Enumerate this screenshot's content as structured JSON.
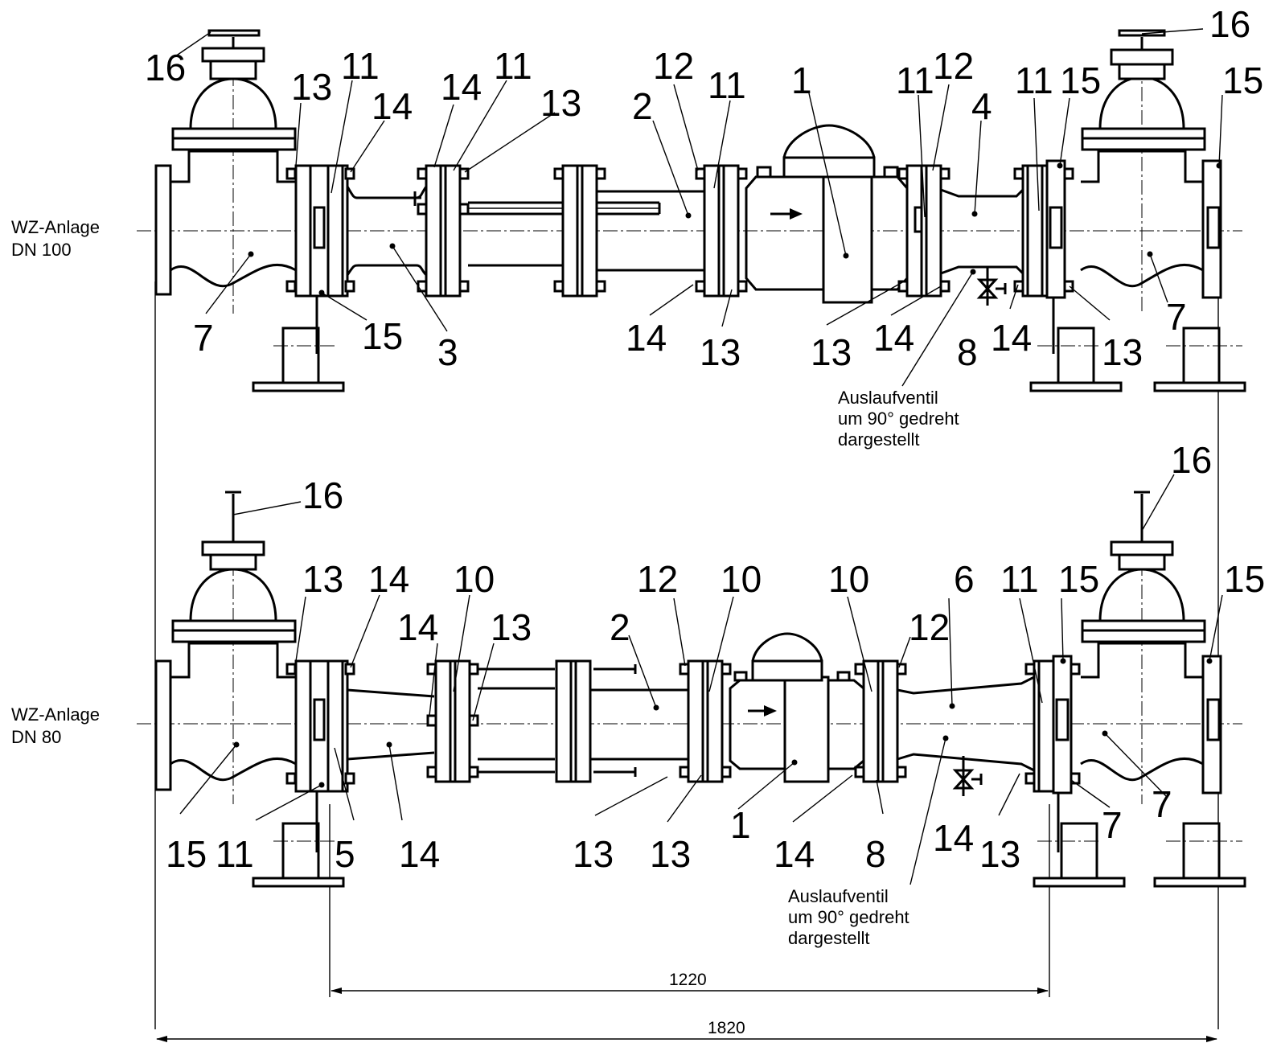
{
  "plants": [
    {
      "title_line1": "WZ-Anlage",
      "title_line2": "DN 100",
      "note_line1": "Auslaufventil",
      "note_line2": "um 90° gedreht",
      "note_line3": "dargestellt",
      "callouts": [
        "16",
        "13",
        "11",
        "14",
        "14",
        "11",
        "13",
        "12",
        "11",
        "2",
        "1",
        "11",
        "12",
        "4",
        "11",
        "15",
        "16",
        "15",
        "7",
        "15",
        "3",
        "14",
        "13",
        "13",
        "14",
        "8",
        "14",
        "13",
        "7"
      ]
    },
    {
      "title_line1": "WZ-Anlage",
      "title_line2": "DN 80",
      "note_line1": "Auslaufventil",
      "note_line2": "um 90° gedreht",
      "note_line3": "dargestellt",
      "callouts": [
        "16",
        "13",
        "14",
        "10",
        "14",
        "13",
        "2",
        "12",
        "10",
        "10",
        "12",
        "6",
        "11",
        "15",
        "16",
        "15",
        "7",
        "15",
        "11",
        "5",
        "14",
        "13",
        "1",
        "13",
        "14",
        "8",
        "14",
        "13",
        "7"
      ]
    }
  ],
  "dimensions": {
    "inner_length": "1220",
    "overall_length": "1820"
  },
  "colors": {
    "lines": "#000000",
    "background": "#ffffff"
  }
}
